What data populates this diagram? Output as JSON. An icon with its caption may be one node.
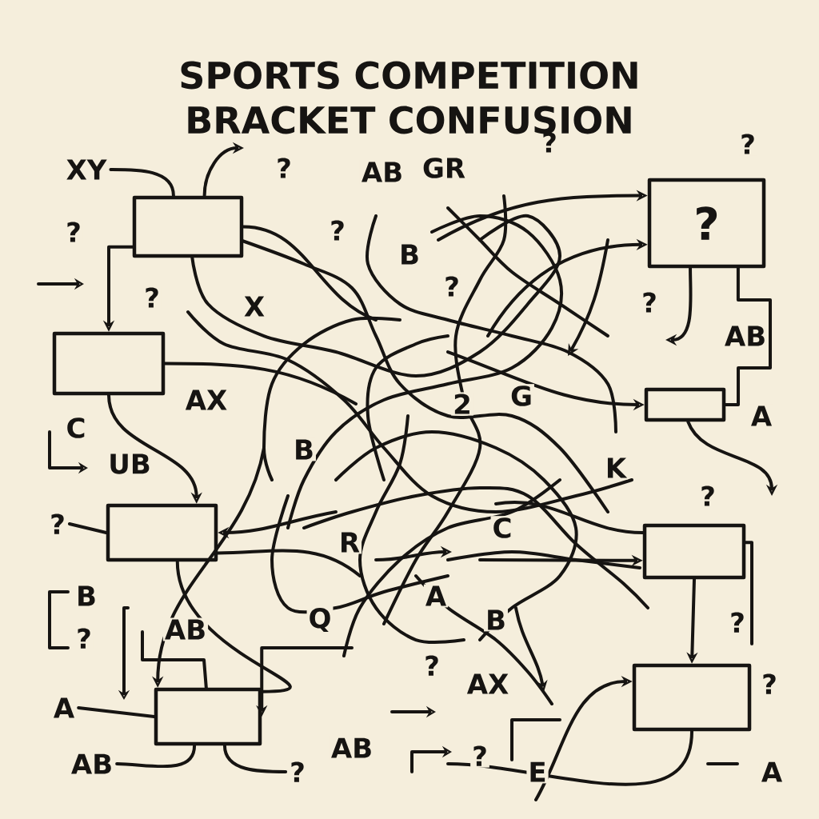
{
  "diagram": {
    "title": "SPORTS COMPETITION BRACKET CONFUSION",
    "nodes": [
      {
        "text": [],
        "shape": "box"
      },
      {
        "text": [],
        "shape": "box"
      },
      {
        "text": [],
        "shape": "box"
      },
      {
        "text": [],
        "shape": "box"
      },
      {
        "text": [
          "?"
        ]
      },
      {
        "text": [],
        "shape": "box"
      },
      {
        "text": [],
        "shape": "box"
      },
      {
        "text": [],
        "shape": "box"
      },
      {
        "text": [
          "XY"
        ]
      },
      {
        "text": [
          "?"
        ]
      },
      {
        "text": [
          "A"
        ]
      },
      {
        "text": [
          "AB"
        ]
      },
      {
        "text": [
          "?"
        ]
      }
    ],
    "edges": [
      {
        "from": 8,
        "to": 0,
        "arrow": "none"
      },
      {
        "from": 0,
        "to": null,
        "arrow": "to"
      },
      {
        "from": 0,
        "to": 1,
        "arrow": "to"
      },
      {
        "from": 1,
        "to": 2,
        "arrow": "to"
      },
      {
        "from": 9,
        "to": 2,
        "arrow": "none"
      },
      {
        "from": 10,
        "to": 3,
        "arrow": "none"
      },
      {
        "from": 11,
        "to": 3,
        "arrow": "none"
      },
      {
        "from": 3,
        "to": 12,
        "arrow": "none"
      },
      {
        "from": 2,
        "to": 3,
        "arrow": "none"
      },
      {
        "from": null,
        "to": 2,
        "arrow": "to"
      },
      {
        "from": null,
        "to": 3,
        "arrow": "to"
      },
      {
        "from": null,
        "to": 3,
        "arrow": "to"
      },
      {
        "from": null,
        "to": 4,
        "arrow": "to"
      },
      {
        "from": null,
        "to": 4,
        "arrow": "to"
      },
      {
        "from": 4,
        "to": null,
        "arrow": "to"
      },
      {
        "from": null,
        "to": 5,
        "arrow": "to"
      },
      {
        "from": 5,
        "to": null,
        "arrow": "to"
      },
      {
        "from": 6,
        "to": 7,
        "arrow": "to"
      },
      {
        "from": null,
        "to": 7,
        "arrow": "to"
      },
      {
        "from": 4,
        "to": 5,
        "arrow": "none"
      },
      {
        "from": 0,
        "to": null,
        "arrow": "none"
      },
      {
        "from": 1,
        "to": null,
        "arrow": "none"
      },
      {
        "from": 2,
        "to": null,
        "arrow": "none"
      },
      {
        "from": 6,
        "to": null,
        "arrow": "none"
      },
      {
        "from": 7,
        "to": null,
        "arrow": "none"
      },
      {
        "from": 6,
        "to": null,
        "arrow": "none"
      },
      {
        "from": null,
        "to": 6,
        "arrow": "to"
      }
    ],
    "labels": [
      "?",
      "AB",
      "GR",
      "?",
      "?",
      "?",
      "?",
      "B",
      "?",
      "X",
      "?",
      "?",
      "AB",
      "AX",
      "2",
      "G",
      "A",
      "C",
      "UB",
      "B",
      "K",
      "?",
      "R",
      "C",
      "B",
      "A",
      "Q",
      "B",
      "?",
      "AB",
      "?",
      "?",
      "AX",
      "?",
      "AB",
      "?",
      "E",
      "A"
    ]
  }
}
